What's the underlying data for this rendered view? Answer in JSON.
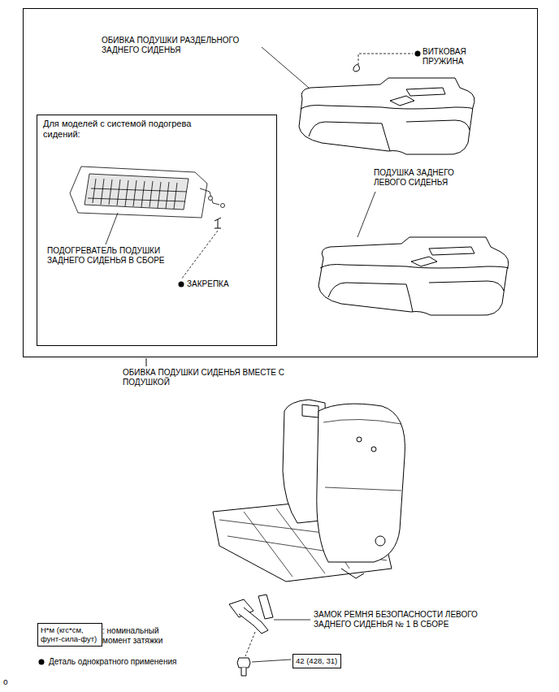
{
  "diagram": {
    "nodes": [
      {
        "text": [
          "ОБИВКА ПОДУШКИ СИДЕНЬЯ ВМЕСТЕ С ПОДУШКОЙ"
        ]
      },
      {
        "text": [
          "Для моделей с системой подогрева сидений:"
        ],
        "in": 0
      },
      {
        "text": [
          "Н*м (кгс*см, фунт-сила-фут)"
        ]
      },
      {
        "text": [
          "42 (428, 31)"
        ]
      }
    ],
    "labels": [
      "ОБИВКА ПОДУШКИ РАЗДЕЛЬНОГО ЗАДНЕГО СИДЕНЬЯ",
      "ВИТКОВАЯ ПРУЖИНА",
      "ПОДУШКА ЗАДНЕГО ЛЕВОГО СИДЕНЬЯ",
      "ПОДОГРЕВАТЕЛЬ ПОДУШКИ ЗАДНЕГО СИДЕНЬЯ В СБОРЕ",
      "ЗАКРЕПКА",
      "ЗАМОК РЕМНЯ БЕЗОПАСНОСТИ ЛЕВОГО ЗАДНЕГО СИДЕНЬЯ № 1 В СБОРЕ",
      ": номинальный момент затяжки",
      "o"
    ],
    "legend": [
      {
        "text": "Деталь однократного применения"
      }
    ]
  }
}
